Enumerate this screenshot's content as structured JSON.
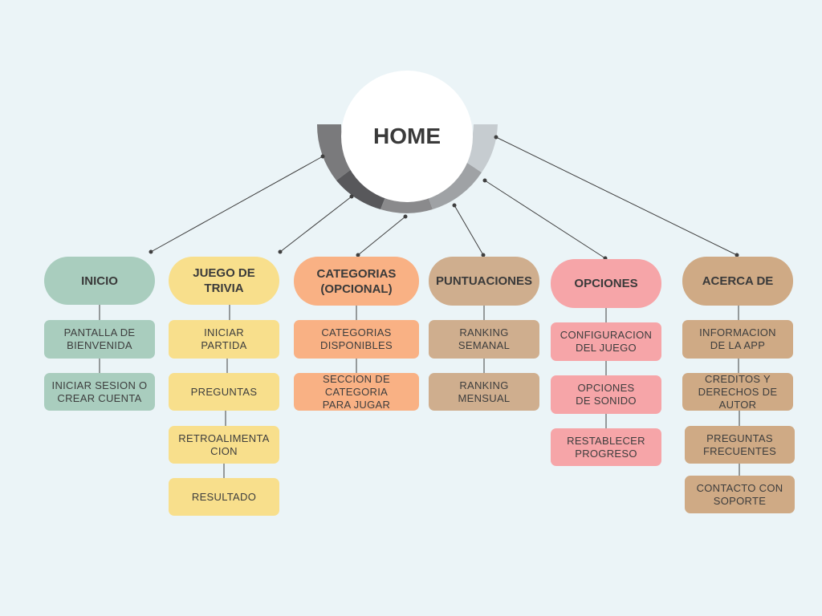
{
  "home": {
    "label": "HOME"
  },
  "branches": [
    {
      "label": "INICIO",
      "color": "#a9cdbe",
      "items": [
        "PANTALLA DE\nBIENVENIDA",
        "INICIAR SESION O\nCREAR CUENTA"
      ]
    },
    {
      "label": "JUEGO DE TRIVIA",
      "color": "#f8df8c",
      "items": [
        "INICIAR\nPARTIDA",
        "PREGUNTAS",
        "RETROALIMENTA\nCION",
        "RESULTADO"
      ]
    },
    {
      "label": "CATEGORIAS\n(OPCIONAL)",
      "color": "#f9b184",
      "items": [
        "CATEGORIAS\nDISPONIBLES",
        "SECCION DE\nCATEGORIA\nPARA JUGAR"
      ]
    },
    {
      "label": "PUNTUACIONES",
      "color": "#cfae8e",
      "items": [
        "RANKING\nSEMANAL",
        "RANKING\nMENSUAL"
      ]
    },
    {
      "label": "OPCIONES",
      "color": "#f6a5a8",
      "items": [
        "CONFIGURACION\nDEL JUEGO",
        "OPCIONES\nDE SONIDO",
        "RESTABLECER\nPROGRESO"
      ]
    },
    {
      "label": "ACERCA DE",
      "color": "#cfaa85",
      "items": [
        "INFORMACION\nDE LA APP",
        "CREDITOS Y\nDERECHOS DE\nAUTOR",
        "PREGUNTAS\nFRECUENTES",
        "CONTACTO CON\nSOPORTE"
      ]
    }
  ]
}
